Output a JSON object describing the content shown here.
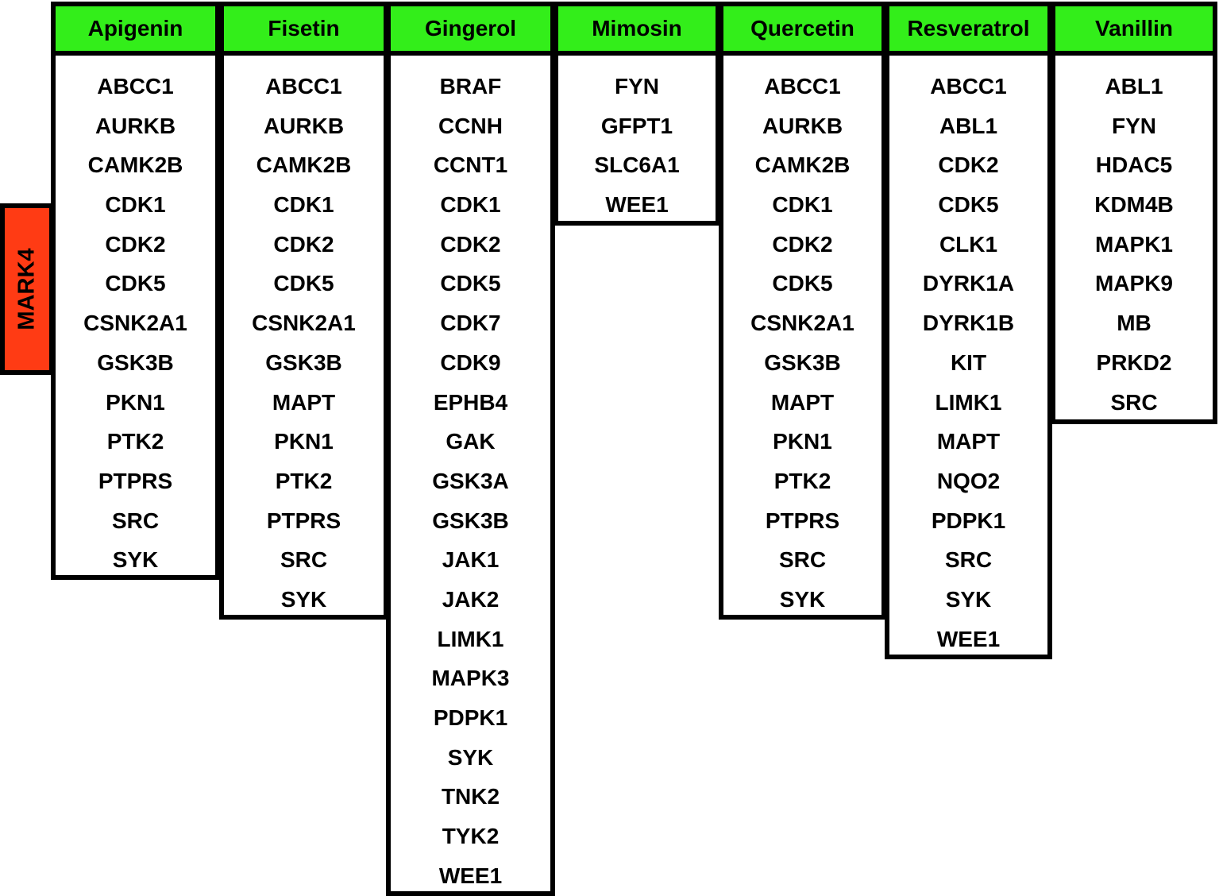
{
  "side_label": "MARK4",
  "colors": {
    "header_bg": "#33ee1a",
    "side_bg": "#ff3b14",
    "border": "#000000"
  },
  "columns": [
    {
      "name": "Apigenin",
      "genes": [
        "ABCC1",
        "AURKB",
        "CAMK2B",
        "CDK1",
        "CDK2",
        "CDK5",
        "CSNK2A1",
        "GSK3B",
        "PKN1",
        "PTK2",
        "PTPRS",
        "SRC",
        "SYK"
      ]
    },
    {
      "name": "Fisetin",
      "genes": [
        "ABCC1",
        "AURKB",
        "CAMK2B",
        "CDK1",
        "CDK2",
        "CDK5",
        "CSNK2A1",
        "GSK3B",
        "MAPT",
        "PKN1",
        "PTK2",
        "PTPRS",
        "SRC",
        "SYK"
      ]
    },
    {
      "name": "Gingerol",
      "genes": [
        "BRAF",
        "CCNH",
        "CCNT1",
        "CDK1",
        "CDK2",
        "CDK5",
        "CDK7",
        "CDK9",
        "EPHB4",
        "GAK",
        "GSK3A",
        "GSK3B",
        "JAK1",
        "JAK2",
        "LIMK1",
        "MAPK3",
        "PDPK1",
        "SYK",
        "TNK2",
        "TYK2",
        "WEE1"
      ]
    },
    {
      "name": "Mimosin",
      "genes": [
        "FYN",
        "GFPT1",
        "SLC6A1",
        "WEE1"
      ]
    },
    {
      "name": "Quercetin",
      "genes": [
        "ABCC1",
        "AURKB",
        "CAMK2B",
        "CDK1",
        "CDK2",
        "CDK5",
        "CSNK2A1",
        "GSK3B",
        "MAPT",
        "PKN1",
        "PTK2",
        "PTPRS",
        "SRC",
        "SYK"
      ]
    },
    {
      "name": "Resveratrol",
      "genes": [
        "ABCC1",
        "ABL1",
        "CDK2",
        "CDK5",
        "CLK1",
        "DYRK1A",
        "DYRK1B",
        "KIT",
        "LIMK1",
        "MAPT",
        "NQO2",
        "PDPK1",
        "SRC",
        "SYK",
        "WEE1"
      ]
    },
    {
      "name": "Vanillin",
      "genes": [
        "ABL1",
        "FYN",
        "HDAC5",
        "KDM4B",
        "MAPK1",
        "MAPK9",
        "MB",
        "PRKD2",
        "SRC"
      ]
    }
  ]
}
